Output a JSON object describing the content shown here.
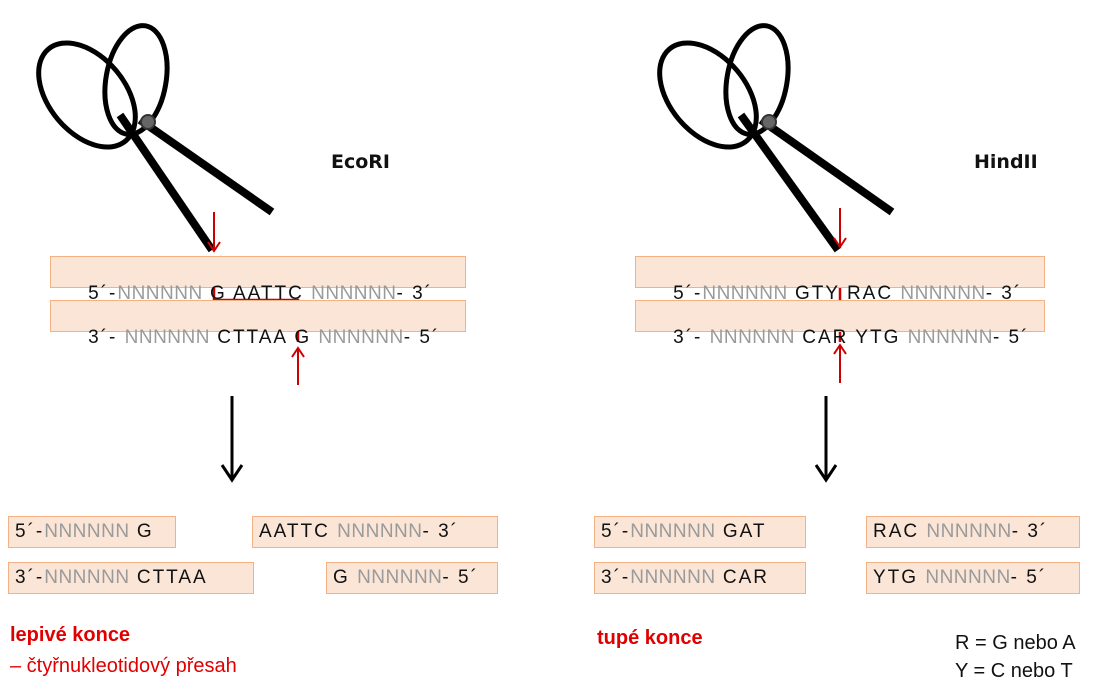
{
  "colors": {
    "box_fill": "#fbe5d6",
    "box_border": "#f4b183",
    "accent": "#e00000",
    "gray": "#9a9a9a"
  },
  "ecori": {
    "label": "EcoRI",
    "top": {
      "p": "5´-",
      "n1": "NNNNNN",
      "site": "G AATTC",
      "n2": "NNNNNN",
      "s": "- 3´"
    },
    "bottom": {
      "p": "3´- ",
      "n1": "NNNNNN",
      "site": "CTTAA G",
      "n2": "NNNNNN",
      "s": "- 5´"
    },
    "products": {
      "left_top": {
        "p": "5´-",
        "n": "NNNNNN",
        "k": " G"
      },
      "left_bottom": {
        "p": "3´-",
        "n": "NNNNNN",
        "k": " CTTAA"
      },
      "right_top": {
        "k": "AATTC ",
        "n": "NNNNNN",
        "s": "- 3´"
      },
      "right_bottom": {
        "k": "G ",
        "n": "NNNNNN",
        "s": "- 5´"
      }
    },
    "result_title": "lepivé konce",
    "result_sub": "– čtyřnukleotidový přesah"
  },
  "hindii": {
    "label": "HindII",
    "top": {
      "p": "5´-",
      "n1": "NNNNNN",
      "site": "GTY RAC",
      "n2": "NNNNNN",
      "s": "- 3´"
    },
    "bottom": {
      "p": "3´- ",
      "n1": "NNNNNN",
      "site": "CAR YTG",
      "n2": "NNNNNN",
      "s": "- 5´"
    },
    "products": {
      "left_top": {
        "p": "5´-",
        "n": "NNNNNN",
        "k": " GAT"
      },
      "left_bottom": {
        "p": "3´-",
        "n": "NNNNNN",
        "k": " CAR"
      },
      "right_top": {
        "k": "RAC ",
        "n": "NNNNNN",
        "s": "- 3´"
      },
      "right_bottom": {
        "k": "YTG ",
        "n": "NNNNNN",
        "s": "- 5´"
      }
    },
    "result_title": "tupé konce"
  },
  "legend": {
    "r": "R = G nebo A",
    "y": "Y = C nebo T"
  },
  "icons": [
    "scissors-icon",
    "cut-arrow-icon",
    "down-arrow-icon"
  ]
}
